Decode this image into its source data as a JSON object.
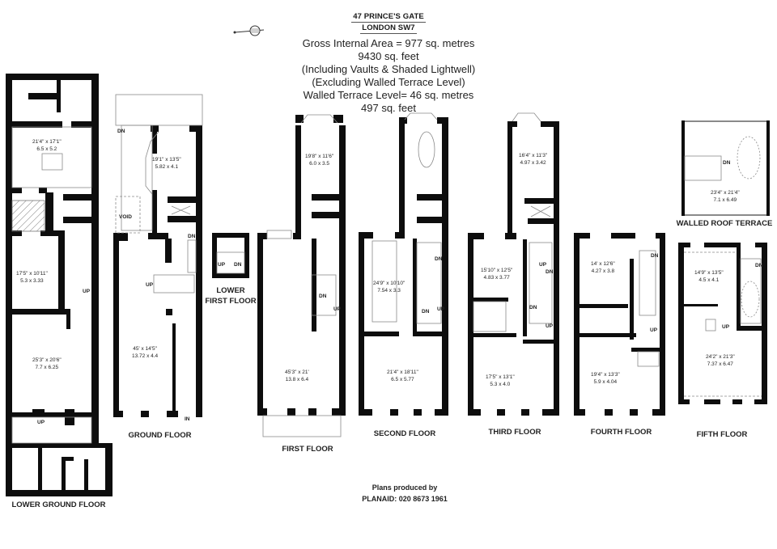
{
  "header": {
    "address_line1": "47 PRINCE'S GATE",
    "address_line2": "LONDON SW7"
  },
  "area_summary": {
    "line1": "Gross Internal Area = 977 sq. metres",
    "line2": "9430 sq. feet",
    "line3": "(Including Vaults & Shaded Lightwell)",
    "line4": "(Excluding Walled Terrace Level)",
    "line5": "Walled Terrace Level= 46 sq. metres",
    "line6": "497 sq. feet"
  },
  "icons": {
    "compass": "north-compass-icon"
  },
  "floors": {
    "lower_ground": {
      "label": "LOWER GROUND FLOOR",
      "rooms": [
        {
          "imperial": "21'4\" x 17'1\"",
          "metric": "6.5 x 5.2"
        },
        {
          "imperial": "17'5\" x 10'11\"",
          "metric": "5.3 x 3.33"
        },
        {
          "imperial": "25'3\" x 20'6\"",
          "metric": "7.7 x 6.25"
        }
      ],
      "tags": [
        "UP",
        "UP"
      ]
    },
    "ground": {
      "label": "GROUND FLOOR",
      "rooms": [
        {
          "imperial": "19'1\" x 13'5\"",
          "metric": "5.82 x 4.1"
        },
        {
          "imperial": "45' x 14'5\"",
          "metric": "13.72 x 4.4"
        }
      ],
      "tags": [
        "DN",
        "VOID",
        "DN",
        "UP",
        "IN"
      ]
    },
    "lower_first": {
      "label_line1": "LOWER",
      "label_line2": "FIRST FLOOR",
      "tags": [
        "UP",
        "DN"
      ]
    },
    "first": {
      "label": "FIRST FLOOR",
      "rooms": [
        {
          "imperial": "19'8\" x 11'6\"",
          "metric": "6.0 x 3.5"
        },
        {
          "imperial": "45'3\" x 21'",
          "metric": "13.8 x 6.4"
        }
      ],
      "tags": [
        "DN",
        "UP"
      ]
    },
    "second": {
      "label": "SECOND FLOOR",
      "rooms": [
        {
          "imperial": "24'9\" x 10'10\"",
          "metric": "7.54 x 3.3"
        },
        {
          "imperial": "21'4\" x 18'11\"",
          "metric": "6.5 x 5.77"
        }
      ],
      "tags": [
        "DN",
        "DN",
        "UP"
      ]
    },
    "third": {
      "label": "THIRD FLOOR",
      "rooms": [
        {
          "imperial": "16'4\" x 11'3\"",
          "metric": "4.97 x 3.42"
        },
        {
          "imperial": "15'10\" x 12'5\"",
          "metric": "4.83 x 3.77"
        },
        {
          "imperial": "17'5\" x 13'1\"",
          "metric": "5.3 x 4.0"
        }
      ],
      "tags": [
        "UP",
        "DN",
        "DN",
        "UP"
      ]
    },
    "fourth": {
      "label": "FOURTH FLOOR",
      "rooms": [
        {
          "imperial": "14' x 12'6\"",
          "metric": "4.27 x 3.8"
        },
        {
          "imperial": "19'4\" x 13'3\"",
          "metric": "5.9 x 4.04"
        }
      ],
      "tags": [
        "DN",
        "UP"
      ]
    },
    "fifth": {
      "label": "FIFTH FLOOR",
      "rooms": [
        {
          "imperial": "14'9\" x 13'5\"",
          "metric": "4.5 x 4.1"
        },
        {
          "imperial": "24'2\" x 21'3\"",
          "metric": "7.37 x 6.47"
        }
      ],
      "tags": [
        "DN",
        "UP"
      ]
    },
    "roof_terrace": {
      "label": "WALLED ROOF TERRACE",
      "rooms": [
        {
          "imperial": "23'4\" x 21'4\"",
          "metric": "7.1 x 6.49"
        }
      ],
      "tags": [
        "DN"
      ]
    }
  },
  "credit": {
    "line1": "Plans produced by",
    "line2": "PLANAID: 020 8673 1961"
  },
  "colors": {
    "wall": "#0d0d0d",
    "thin_line": "#8a8a8a",
    "background": "#ffffff"
  }
}
